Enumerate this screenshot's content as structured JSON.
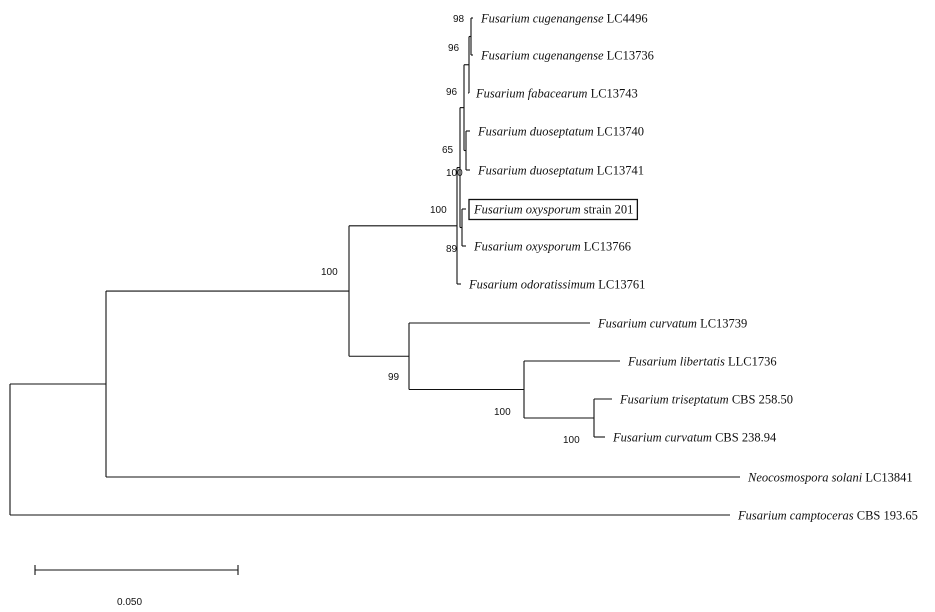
{
  "tree": {
    "leaves": [
      {
        "id": "l1",
        "genus": "Fusarium cugenangense",
        "strain": "LC4496"
      },
      {
        "id": "l2",
        "genus": "Fusarium cugenangense",
        "strain": "LC13736"
      },
      {
        "id": "l3",
        "genus": "Fusarium fabacearum",
        "strain": "LC13743"
      },
      {
        "id": "l4",
        "genus": "Fusarium duoseptatum",
        "strain": "LC13740"
      },
      {
        "id": "l5",
        "genus": "Fusarium duoseptatum",
        "strain": "LC13741"
      },
      {
        "id": "l6",
        "genus": "Fusarium oxysporum",
        "strain": "strain 201",
        "highlight": true
      },
      {
        "id": "l7",
        "genus": "Fusarium oxysporum",
        "strain": "LC13766"
      },
      {
        "id": "l8",
        "genus": "Fusarium odoratissimum",
        "strain": "LC13761"
      },
      {
        "id": "l9",
        "genus": "Fusarium curvatum",
        "strain": "LC13739"
      },
      {
        "id": "l10",
        "genus": "Fusarium libertatis",
        "strain": "LLC1736"
      },
      {
        "id": "l11",
        "genus": "Fusarium triseptatum",
        "strain": "CBS 258.50"
      },
      {
        "id": "l12",
        "genus": "Fusarium curvatum",
        "strain": "CBS 238.94"
      },
      {
        "id": "l13",
        "genus": "Neocosmospora solani",
        "strain": "LC13841"
      },
      {
        "id": "l14",
        "genus": "Fusarium camptoceras",
        "strain": "CBS 193.65"
      }
    ],
    "support_values": [
      "98",
      "96",
      "96",
      "65",
      "100",
      "100",
      "89",
      "100",
      "99",
      "100",
      "100"
    ],
    "scale_bar": {
      "label": "0.050"
    }
  }
}
